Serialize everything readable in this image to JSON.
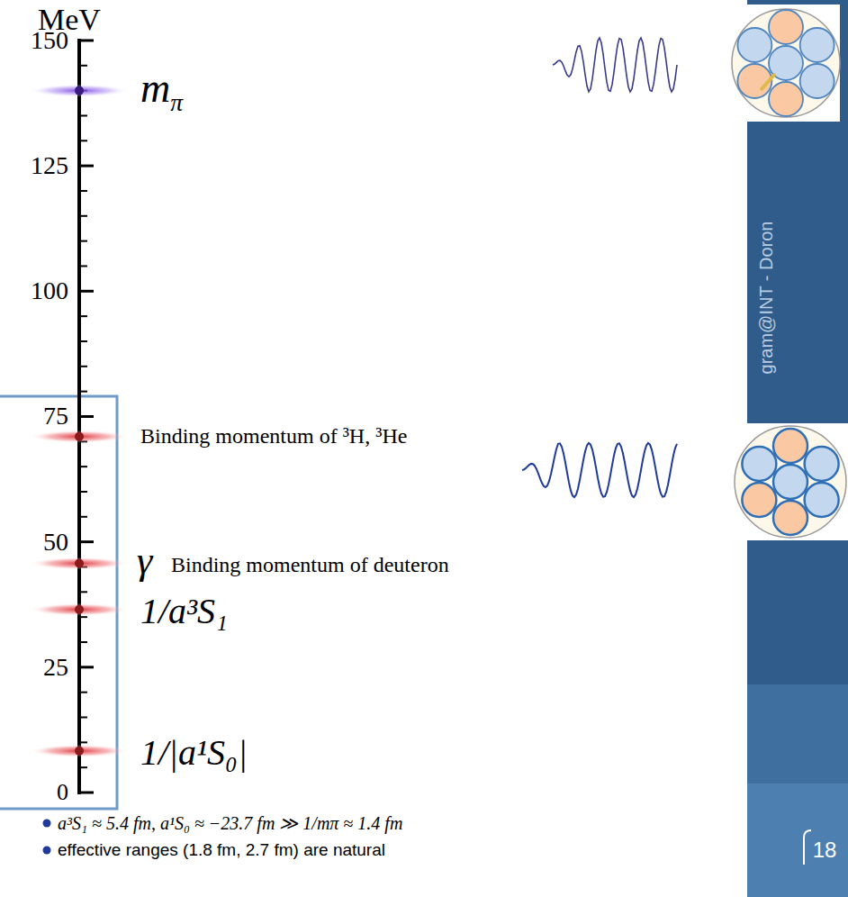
{
  "diagram": {
    "labels": [
      "MeV",
      "150",
      "125",
      "100",
      "75",
      "50",
      "25",
      "0",
      "mπ",
      "Binding momentum of ³H, ³He",
      "γ",
      "Binding momentum of deuteron",
      "1/a³S₁",
      "1/|a¹S₀|",
      "a³S₁ ≈ 5.4 fm, a¹S₀ ≈ −23.7 fm ≫ 1/mπ ≈ 1.4 fm",
      "effective ranges (1.8 fm, 2.7 fm) are natural",
      "gram@INT - Doron",
      "18"
    ]
  }
}
